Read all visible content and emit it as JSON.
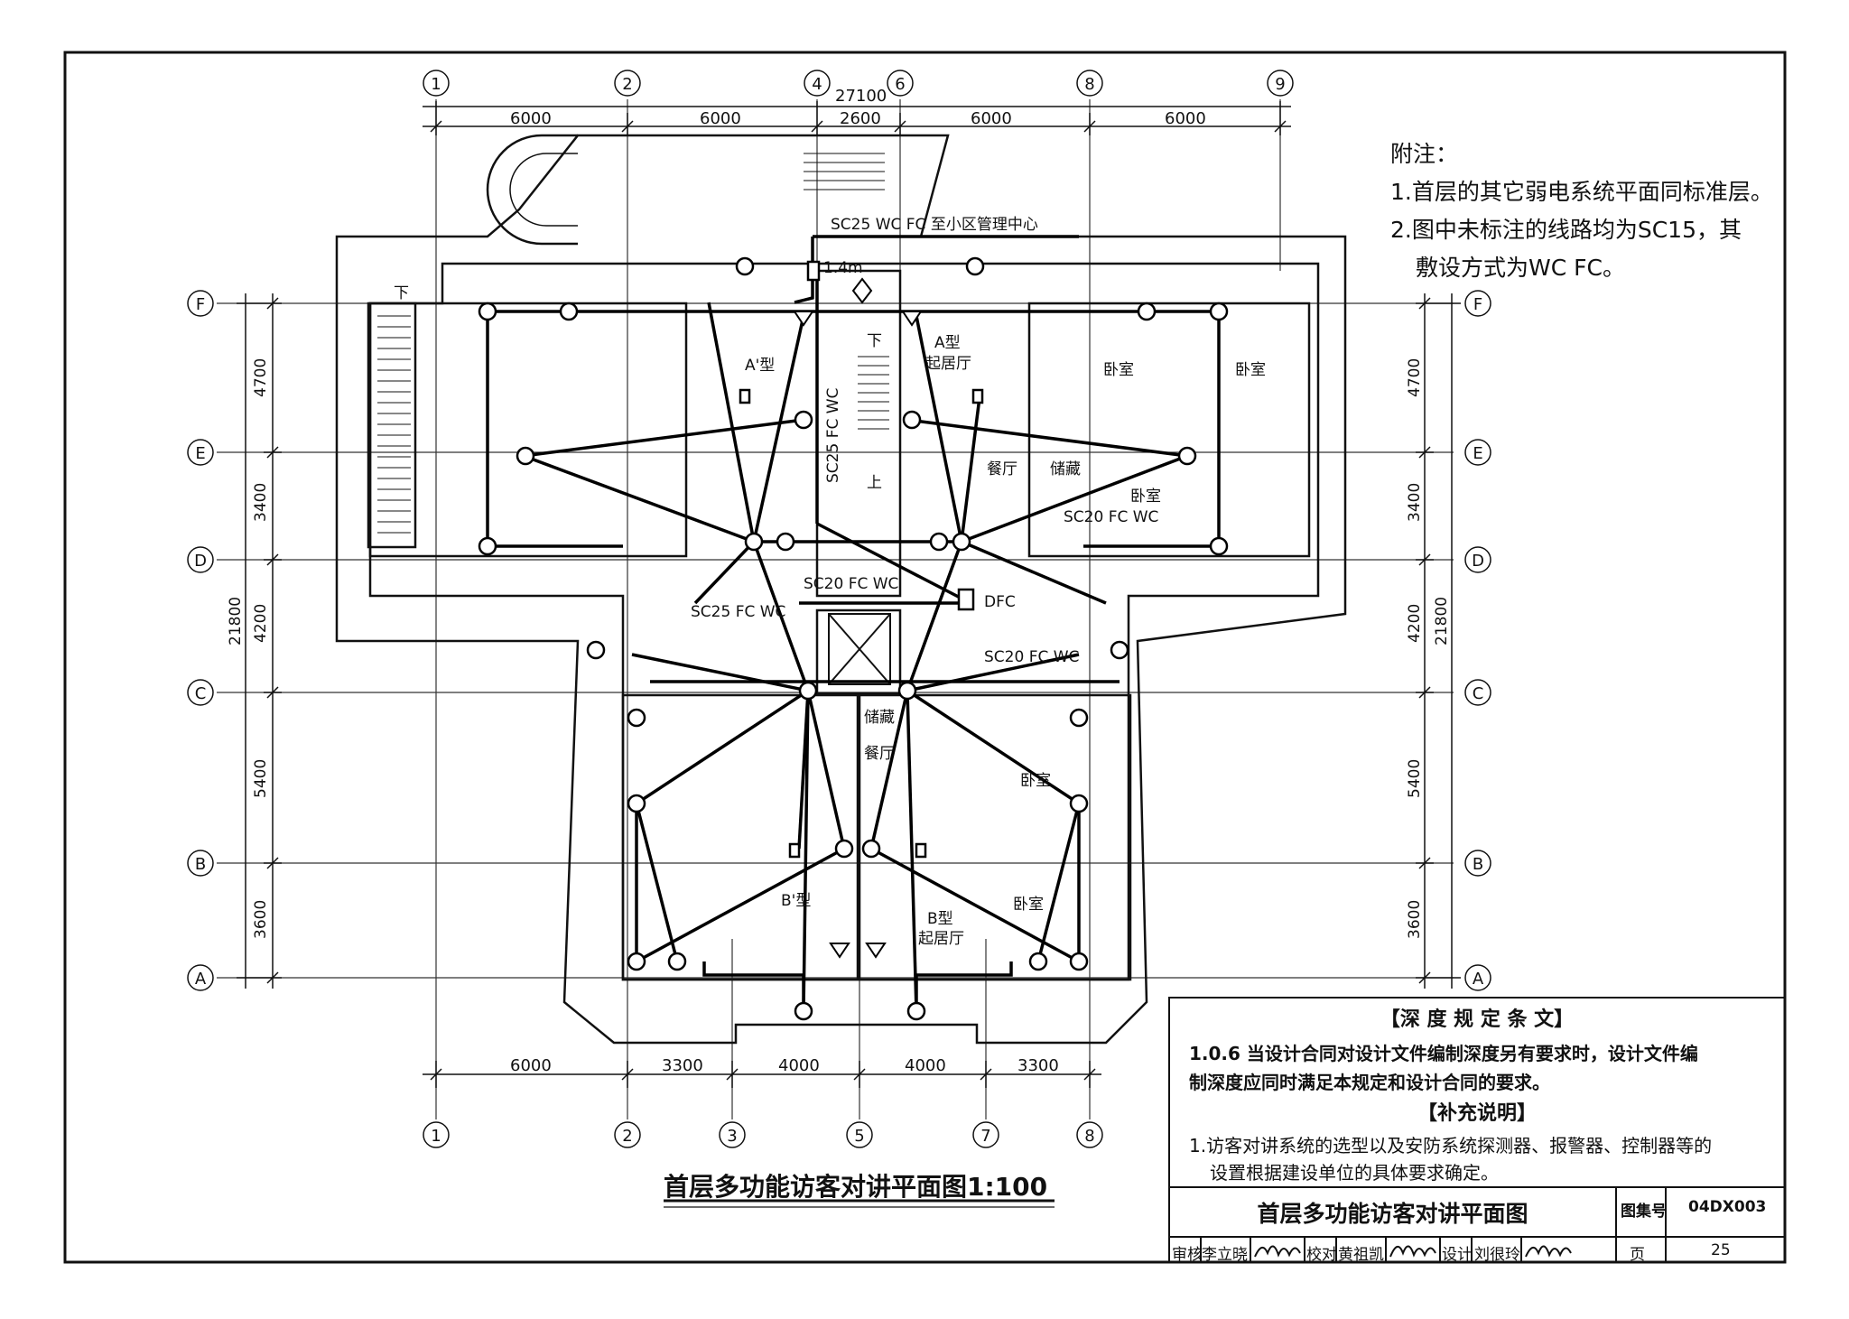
{
  "grid": {
    "columns_top": [
      "1",
      "2",
      "4",
      "6",
      "8",
      "9"
    ],
    "columns_bottom": [
      "1",
      "2",
      "3",
      "5",
      "7",
      "8"
    ],
    "rows": [
      "F",
      "E",
      "D",
      "C",
      "B",
      "A"
    ]
  },
  "dimensions": {
    "top_total": "27100",
    "top_spans": [
      "6000",
      "6000",
      "2600",
      "6000",
      "6000"
    ],
    "bottom_spans": [
      "6000",
      "3300",
      "4000",
      "4000",
      "3300"
    ],
    "left_spans": [
      "4700",
      "3400",
      "4200",
      "5400",
      "3600"
    ],
    "left_total": "21800",
    "right_spans": [
      "4700",
      "3400",
      "4200",
      "5400",
      "3600"
    ],
    "right_total": "21800"
  },
  "plan_labels": {
    "conduit_top": "SC25  WC  FC   至小区管理中心",
    "height_mark": "1.4m",
    "riser": "SC25  FC  WC",
    "sc20_mid": "SC20  FC  WC",
    "sc25_left": "SC25  FC  WC",
    "sc20_right_upper": "SC20  FC  WC",
    "sc20_right_lower": "SC20  FC  WC",
    "dfc": "DFC",
    "stair_down_left": "下",
    "stair_down": "下",
    "stair_up": "上",
    "unit_a_prime": "A'型",
    "unit_a": "A型",
    "unit_a_hall": "起居厅",
    "bedroom_1": "卧室",
    "bedroom_2": "卧室",
    "bedroom_3": "卧室",
    "bedroom_4": "卧室",
    "bedroom_5": "卧室",
    "storage_1": "储藏",
    "storage_2": "储藏",
    "dining_1": "餐厅",
    "dining_2": "餐厅",
    "unit_b_prime": "B'型",
    "unit_b": "B型",
    "unit_b_hall": "起居厅"
  },
  "notes": {
    "heading": "附注：",
    "line1": "1.首层的其它弱电系统平面同标准层。",
    "line2": "2.图中未标注的线路均为SC15，其",
    "line3": "敷设方式为WC  FC。"
  },
  "drawing_title": "首层多功能访客对讲平面图1:100",
  "title_block": {
    "spec_heading": "【深 度 规 定 条 文】",
    "spec_line1": "1.0.6 当设计合同对设计文件编制深度另有要求时，设计文件编",
    "spec_line2": "制深度应同时满足本规定和设计合同的要求。",
    "supplement_heading": "【补充说明】",
    "supp_line1": "1.访客对讲系统的选型以及安防系统探测器、报警器、控制器等的",
    "supp_line2": "设置根据建设单位的具体要求确定。",
    "sheet_title": "首层多功能访客对讲平面图",
    "atlas_label": "图集号",
    "atlas_no": "04DX003",
    "review_label": "审核",
    "reviewer": "李立晓",
    "check_label": "校对",
    "checker": "黄祖凯",
    "design_label": "设计",
    "designer": "刘很玲",
    "page_label": "页",
    "page_no": "25"
  },
  "colors": {
    "ink": "#111111",
    "paper": "#ffffff"
  }
}
